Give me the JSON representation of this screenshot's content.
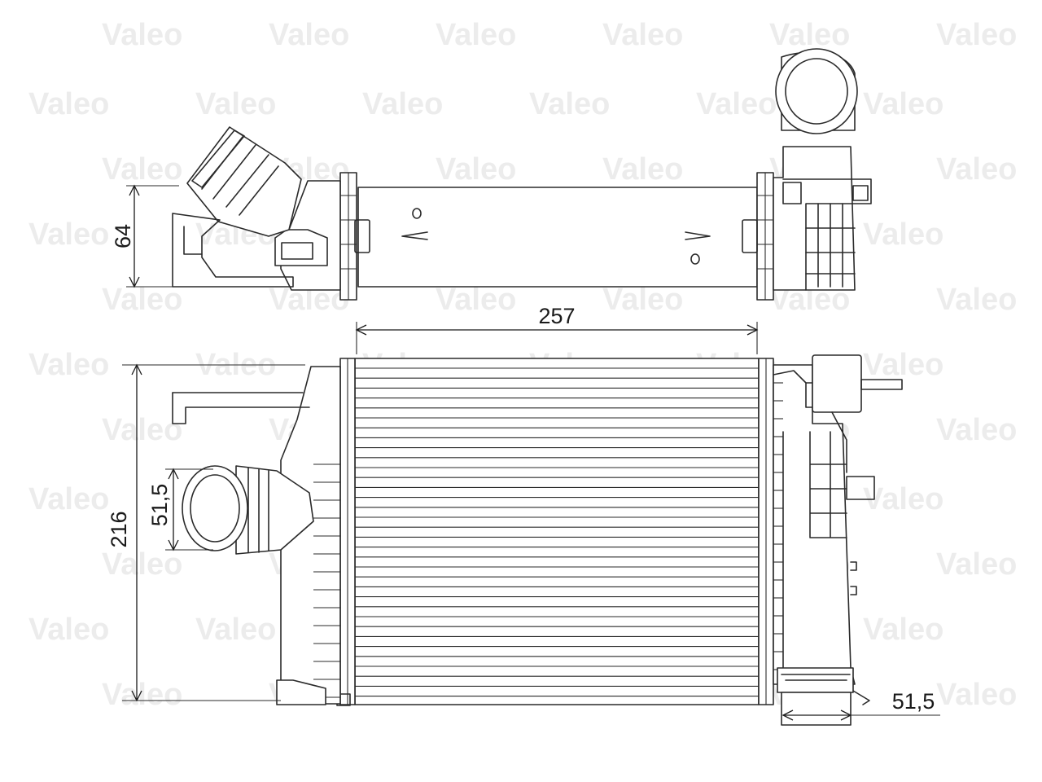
{
  "watermark": {
    "text": "Valeo",
    "color": "#ececec"
  },
  "dimensions": {
    "height_top": "64",
    "width": "257",
    "height_core": "216",
    "inlet_diameter": "51,5",
    "outlet_diameter": "51,5"
  },
  "colors": {
    "line": "#2a2a2a",
    "background": "#ffffff"
  }
}
